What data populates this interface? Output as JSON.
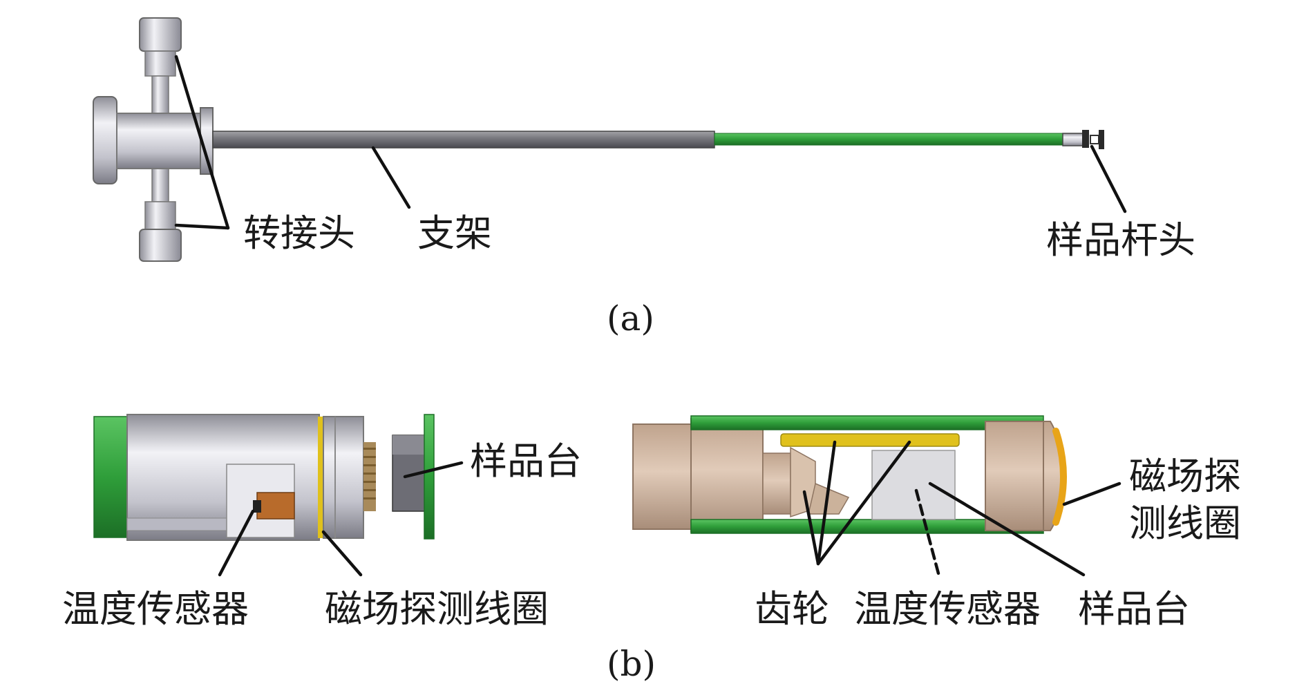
{
  "panel_a": {
    "caption": "(a)",
    "labels": {
      "adapter": "转接头",
      "bracket": "支架",
      "rod_head": "样品杆头"
    }
  },
  "panel_b": {
    "caption": "(b)",
    "left_labels": {
      "sample_stage": "样品台",
      "temp_sensor": "温度传感器",
      "coil": "磁场探测线圈"
    },
    "right_labels": {
      "coil_line1": "磁场探",
      "coil_line2": "测线圈",
      "gear": "齿轮",
      "temp_sensor": "温度传感器",
      "sample_stage": "样品台"
    }
  },
  "colors": {
    "green": "#2f9e3a",
    "dark_green": "#1e7a2a",
    "steel": "#b9b9c4",
    "dark_steel": "#6d6d75",
    "tan": "#cdb29c",
    "gold": "#e0c11c",
    "orange": "#e8a418",
    "copper": "#b86b2b"
  }
}
